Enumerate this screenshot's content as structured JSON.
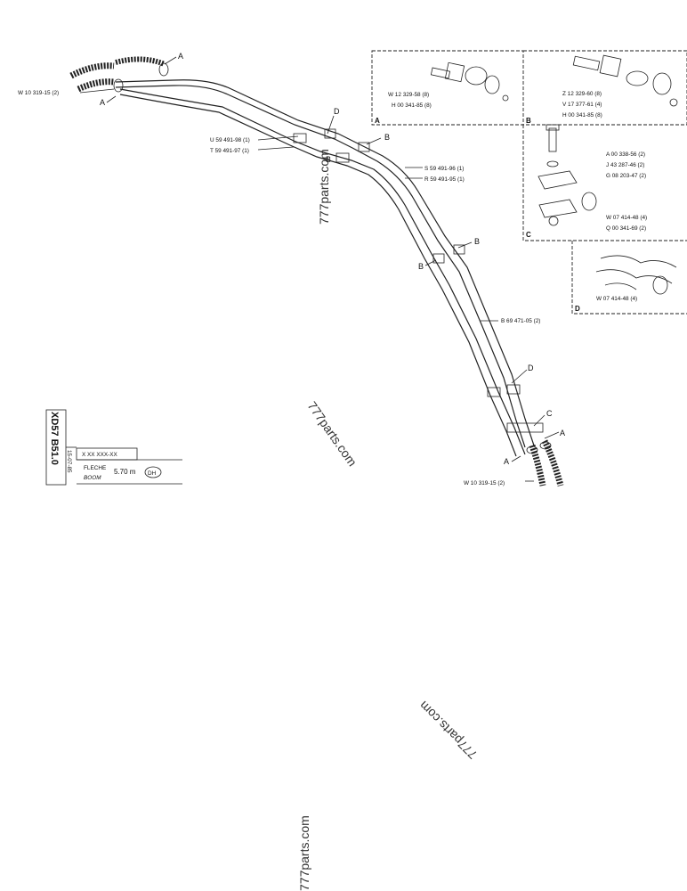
{
  "diagram": {
    "callouts": {
      "hose_top": "W 10 319-15 (2)",
      "union_u": "U 59 491-98 (1)",
      "tube_t": "T 59 491-97 (1)",
      "tube_s": "S 59 491-96 (1)",
      "tube_r": "R 59 491-95 (1)",
      "tube_b": "B 69 471-05 (2)",
      "hose_bottom": "W 10 319-15 (2)"
    },
    "letters": {
      "A": "A",
      "B": "B",
      "C": "C",
      "D": "D"
    },
    "detail_a": {
      "label": "A",
      "parts": [
        "W 12 329-58 (8)",
        "H 00 341-85 (8)"
      ]
    },
    "detail_b": {
      "label": "B",
      "parts": [
        "Z 12 329-60 (8)",
        "V 17 377-61 (4)",
        "H 00 341-85 (8)"
      ]
    },
    "detail_c": {
      "label": "C",
      "parts": [
        "A 00 338-56 (2)",
        "J 43 287-46 (2)",
        "G 08 203-47 (2)",
        "W 07 414-48 (4)",
        "Q 00 341-69 (2)"
      ]
    },
    "detail_d": {
      "label": "D",
      "parts": [
        "W 07 414-48 (4)"
      ]
    }
  },
  "title_block": {
    "code": "XD57  B51.0",
    "ref": "X XX XXX-XX",
    "date": "15-07-85",
    "name_fr": "FLECHE",
    "name_en": "BOOM",
    "length": "5.70 m",
    "badge": "DH"
  },
  "watermarks": [
    "777parts.com",
    "777parts.com",
    "777parts.com",
    "777parts.com"
  ]
}
